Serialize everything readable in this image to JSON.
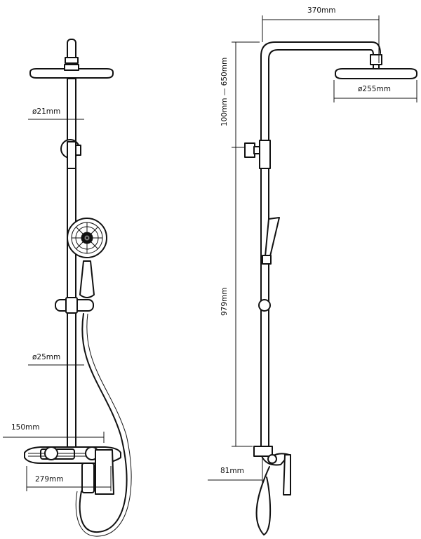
{
  "drawing": {
    "line_color": "#111111",
    "background": "#ffffff",
    "front_view": {
      "pipe_diameter_upper": "ø21mm",
      "pipe_diameter_lower": "ø25mm",
      "spout_offset": "150mm",
      "mixer_width": "279mm"
    },
    "side_view": {
      "arm_length": "370mm",
      "head_diameter": "ø255mm",
      "height_adjust_range": "100mm — 650mm",
      "riser_height": "979mm",
      "mixer_offset": "81mm"
    }
  }
}
